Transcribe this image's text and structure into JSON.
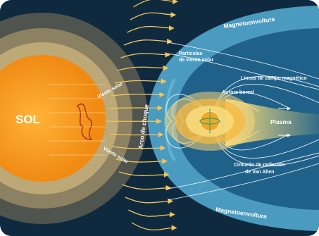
{
  "labels": {
    "sun": "SOL",
    "solar_wind_top": "Viento solar",
    "solar_wind_bottom": "Viento solar",
    "bow_shock": "Arco de choque",
    "particles": "Partículas de viento solar",
    "magnetopause_top": "Magnetoenvoltura",
    "magnetopause_bottom": "Magnetoenvoltura",
    "field_lines": "Líneas de campo magnético",
    "aurora": "Aurora boreal",
    "plasma": "Plasma",
    "van_allen_line1": "Cinturón de radiación",
    "van_allen_line2": "de Van Allen"
  },
  "colors": {
    "space": "#0f2a3f",
    "sun_core": "#f59a1b",
    "sun_glow": "#f4c46b",
    "flux_arrow": "#f2c55a",
    "magnetosheath": "#3f8fb7",
    "magnetosphere": "#1e5c82",
    "field_line": "#ffffff",
    "plasma": "#f3d777",
    "earth": "#f5a623"
  }
}
